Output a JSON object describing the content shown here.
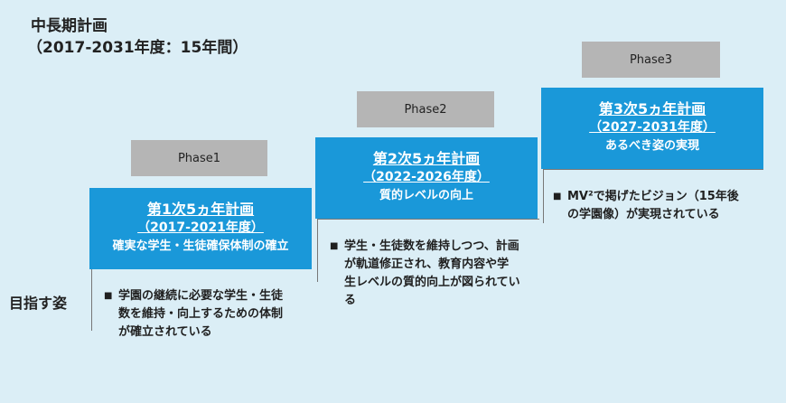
{
  "heading": {
    "title": "中長期計画",
    "subtitle": "（2017-2031年度：15年間）"
  },
  "aim_label": "目指す姿",
  "phases": [
    {
      "tag": "Phase1",
      "plan": "第1次5ヵ年計画",
      "period": "（2017-2021年度）",
      "goal": "確実な学生・生徒確保体制の確立",
      "bullet": "■",
      "description": [
        "学園の継続に必要な学生・生徒",
        "数を維持・向上するための体制",
        "が確立されている"
      ]
    },
    {
      "tag": "Phase2",
      "plan": "第2次5ヵ年計画",
      "period": "（2022-2026年度）",
      "goal": "質的レベルの向上",
      "bullet": "■",
      "description": [
        "学生・生徒数を維持しつつ、計画",
        "が軌道修正され、教育内容や学",
        "生レベルの質的向上が図られてい",
        "る"
      ]
    },
    {
      "tag": "Phase3",
      "plan": "第3次5ヵ年計画",
      "period": "（2027-2031年度）",
      "goal": "あるべき姿の実現",
      "bullet": "■",
      "description": [
        "MV²で掲げたビジョン（15年後",
        "の学園像）が実現されている"
      ]
    }
  ],
  "colors": {
    "background": "#dbeef6",
    "plan_box": "#1a98d9",
    "phase_tag": "#b5b5b5",
    "text": "#1f1f1f"
  }
}
